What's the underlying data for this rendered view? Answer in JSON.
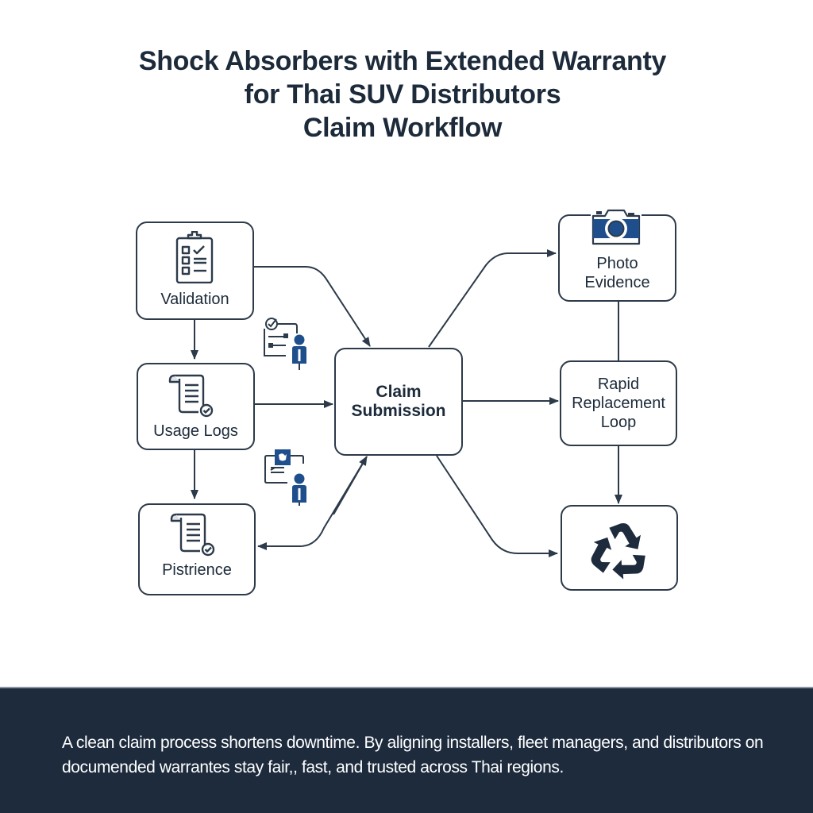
{
  "title": {
    "line1": "Shock Absorbers with Extended Warranty",
    "line2": "for Thai SUV Distributors",
    "line3": "Claim Workflow"
  },
  "nodes": {
    "validation": {
      "label": "Validation",
      "icon": "clipboard-checklist-icon"
    },
    "usage_logs": {
      "label": "Usage Logs",
      "icon": "scroll-document-check-icon"
    },
    "pistrience": {
      "label": "Pistrience",
      "icon": "scroll-document-check-icon"
    },
    "claim_submission": {
      "label_line1": "Claim",
      "label_line2": "Submission"
    },
    "photo_evidence": {
      "label_line1": "Photo",
      "label_line2": "Evidence",
      "icon": "camera-icon"
    },
    "rapid_replacement": {
      "label_line1": "Rapid",
      "label_line2": "Replacement",
      "label_line3": "Loop"
    },
    "recycle": {
      "icon": "recycle-icon"
    }
  },
  "floating_icons": [
    {
      "name": "installer-checklist-icon"
    },
    {
      "name": "fleet-manager-document-icon"
    }
  ],
  "footer": {
    "text": "A clean claim process shortens downtime. By aligning installers, fleet managers, and distributors on documended warrantes stay fair,, fast, and trusted across Thai regions."
  },
  "colors": {
    "ink": "#1c2a3a",
    "line": "#2c3a4a",
    "accent_blue": "#1f4e8c",
    "footer_bg": "#1d2b3d"
  }
}
